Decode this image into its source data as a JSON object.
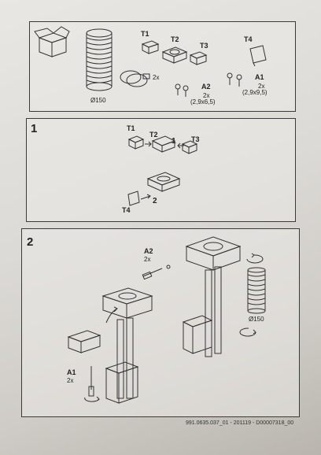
{
  "overview": {
    "box_icon": "box-icon",
    "duct_diameter": "Ø150",
    "clamp_qty": "2x",
    "labels": {
      "t1": "T1",
      "t2": "T2",
      "t3": "T3",
      "t4": "T4",
      "a1": "A1",
      "a2": "A2"
    },
    "a2_qty": "2x",
    "a2_size": "(2,9x6,5)",
    "a1_qty": "2x",
    "a1_size": "(2,9x9,5)"
  },
  "step1": {
    "number": "1",
    "labels": {
      "t1": "T1",
      "t2": "T2",
      "t3": "T3",
      "t4": "T4"
    },
    "sub1": "1",
    "sub2": "2"
  },
  "step2": {
    "number": "2",
    "a2_label": "A2",
    "a2_qty": "2x",
    "a1_label": "A1",
    "a1_qty": "2x",
    "duct_diameter": "Ø150"
  },
  "footer": "991.0635.037_01  -  201119  -  D00007318_00"
}
